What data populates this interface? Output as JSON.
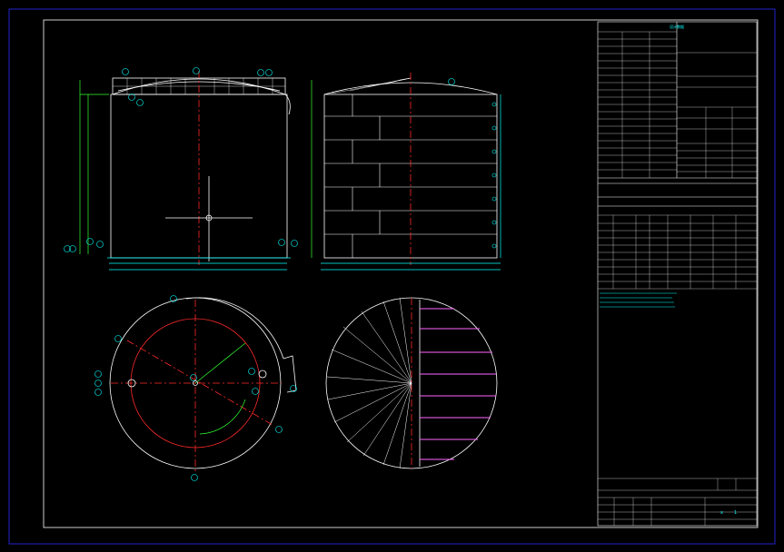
{
  "colors": {
    "background": "#000000",
    "outer_frame": "#2222cc",
    "drawing_line": "#ffffff",
    "dimension": "#00ffff",
    "centerline": "#ff2a2a",
    "leader": "#33ff33",
    "rafter": "#ff66ff",
    "marker": "#00ffff"
  },
  "title_block": {
    "header_text": "设计数据",
    "marker_x": "x",
    "marker_num": "1"
  },
  "views": {
    "front_elevation": "front-elevation",
    "side_elevation": "side-elevation",
    "plan_view": "plan-view",
    "roof_plan": "roof-plan"
  }
}
